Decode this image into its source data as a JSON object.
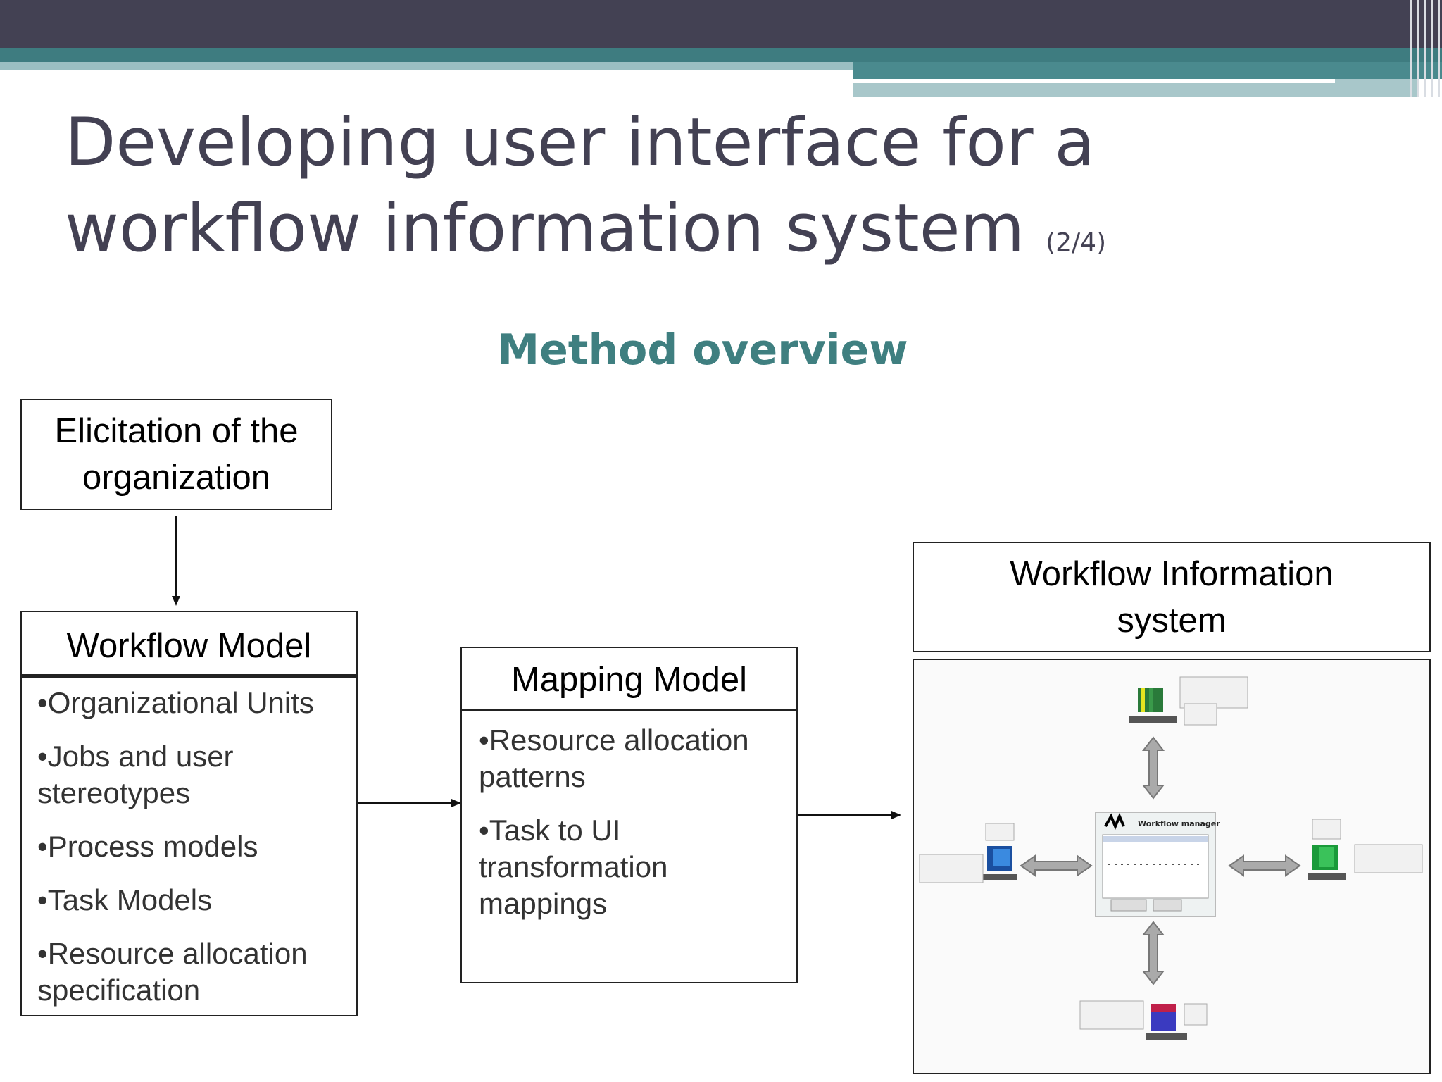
{
  "slide": {
    "title_line1": "Developing user interface for a",
    "title_line2": "workflow information system",
    "title_suffix": "(2/4)",
    "subtitle": "Method overview"
  },
  "diagram": {
    "elicitation": {
      "line1": "Elicitation of the",
      "line2": "organization"
    },
    "workflow_model": {
      "title": "Workflow Model",
      "items": [
        "•Organizational Units",
        "•Jobs and user stereotypes",
        "•Process models",
        "•Task Models",
        "•Resource allocation specification"
      ]
    },
    "mapping_model": {
      "title": "Mapping Model",
      "items": [
        "•Resource allocation patterns",
        "•Task to UI transformation mappings"
      ]
    },
    "wis": {
      "line1": "Workflow Information",
      "line2": "system",
      "screenshot_title": "Workflow manager"
    }
  },
  "colors": {
    "header_bar": "#434153",
    "accent_teal": "#3e7c80",
    "subtitle": "#3f7f80"
  }
}
